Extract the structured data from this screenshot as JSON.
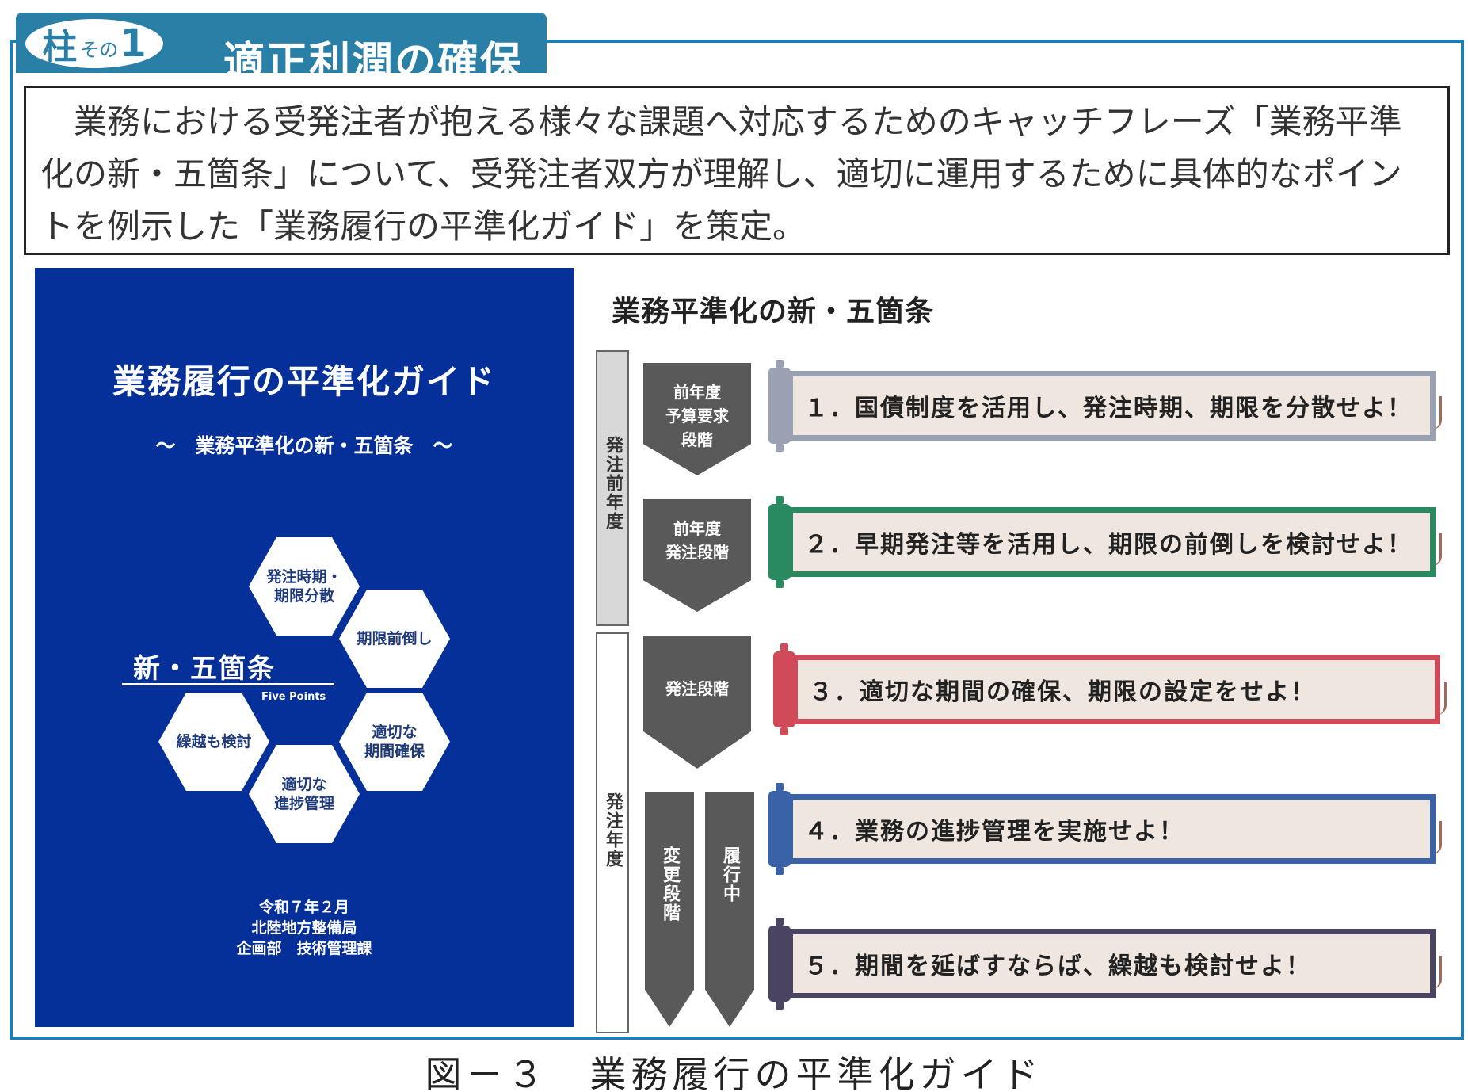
{
  "header": {
    "pillar_char": "柱",
    "pillar_sono": "その",
    "pillar_num": "1",
    "title": "適正利潤の確保"
  },
  "intro": {
    "text": "　業務における受発注者が抱える様々な課題へ対応するためのキャッチフレーズ「業務平準化の新・五箇条」について、受発注者双方が理解し、適切に運用するために具体的なポイントを例示した「業務履行の平準化ガイド」を策定。"
  },
  "cover": {
    "title": "業務履行の平準化ガイド",
    "subtitle": "～　業務平準化の新・五箇条　～",
    "five_main": "新・五箇条",
    "five_sub": "Five Points",
    "hexes": [
      "発注時期・\n期限分散",
      "期限前倒し",
      "適切な\n期間確保",
      "適切な\n進捗管理",
      "繰越も検討"
    ],
    "footer": [
      "令和７年２月",
      "北陸地方整備局",
      "企画部　技術管理課"
    ]
  },
  "diagram": {
    "title": "業務平準化の新・五箇条",
    "phases": [
      "発注前年度",
      "発注年度"
    ],
    "stages": [
      "前年度\n予算要求\n段階",
      "前年度\n発注段階",
      "発注段階"
    ],
    "vstages": [
      "変更段階",
      "履行中"
    ],
    "items": [
      {
        "text": "１．国債制度を活用し、発注時期、期限を分散せよ！",
        "color": "#9aa1b3"
      },
      {
        "text": "２．早期発注等を活用し、期限の前倒しを検討せよ！",
        "color": "#2a8a5f"
      },
      {
        "text": "３．適切な期間の確保、期限の設定をせよ！",
        "color": "#d14a5a"
      },
      {
        "text": "４．業務の進捗管理を実施せよ！",
        "color": "#3a62a8"
      },
      {
        "text": "５．期間を延ばすならば、繰越も検討せよ！",
        "color": "#4a4460"
      }
    ]
  },
  "caption": "図－３　業務履行の平準化ガイド"
}
